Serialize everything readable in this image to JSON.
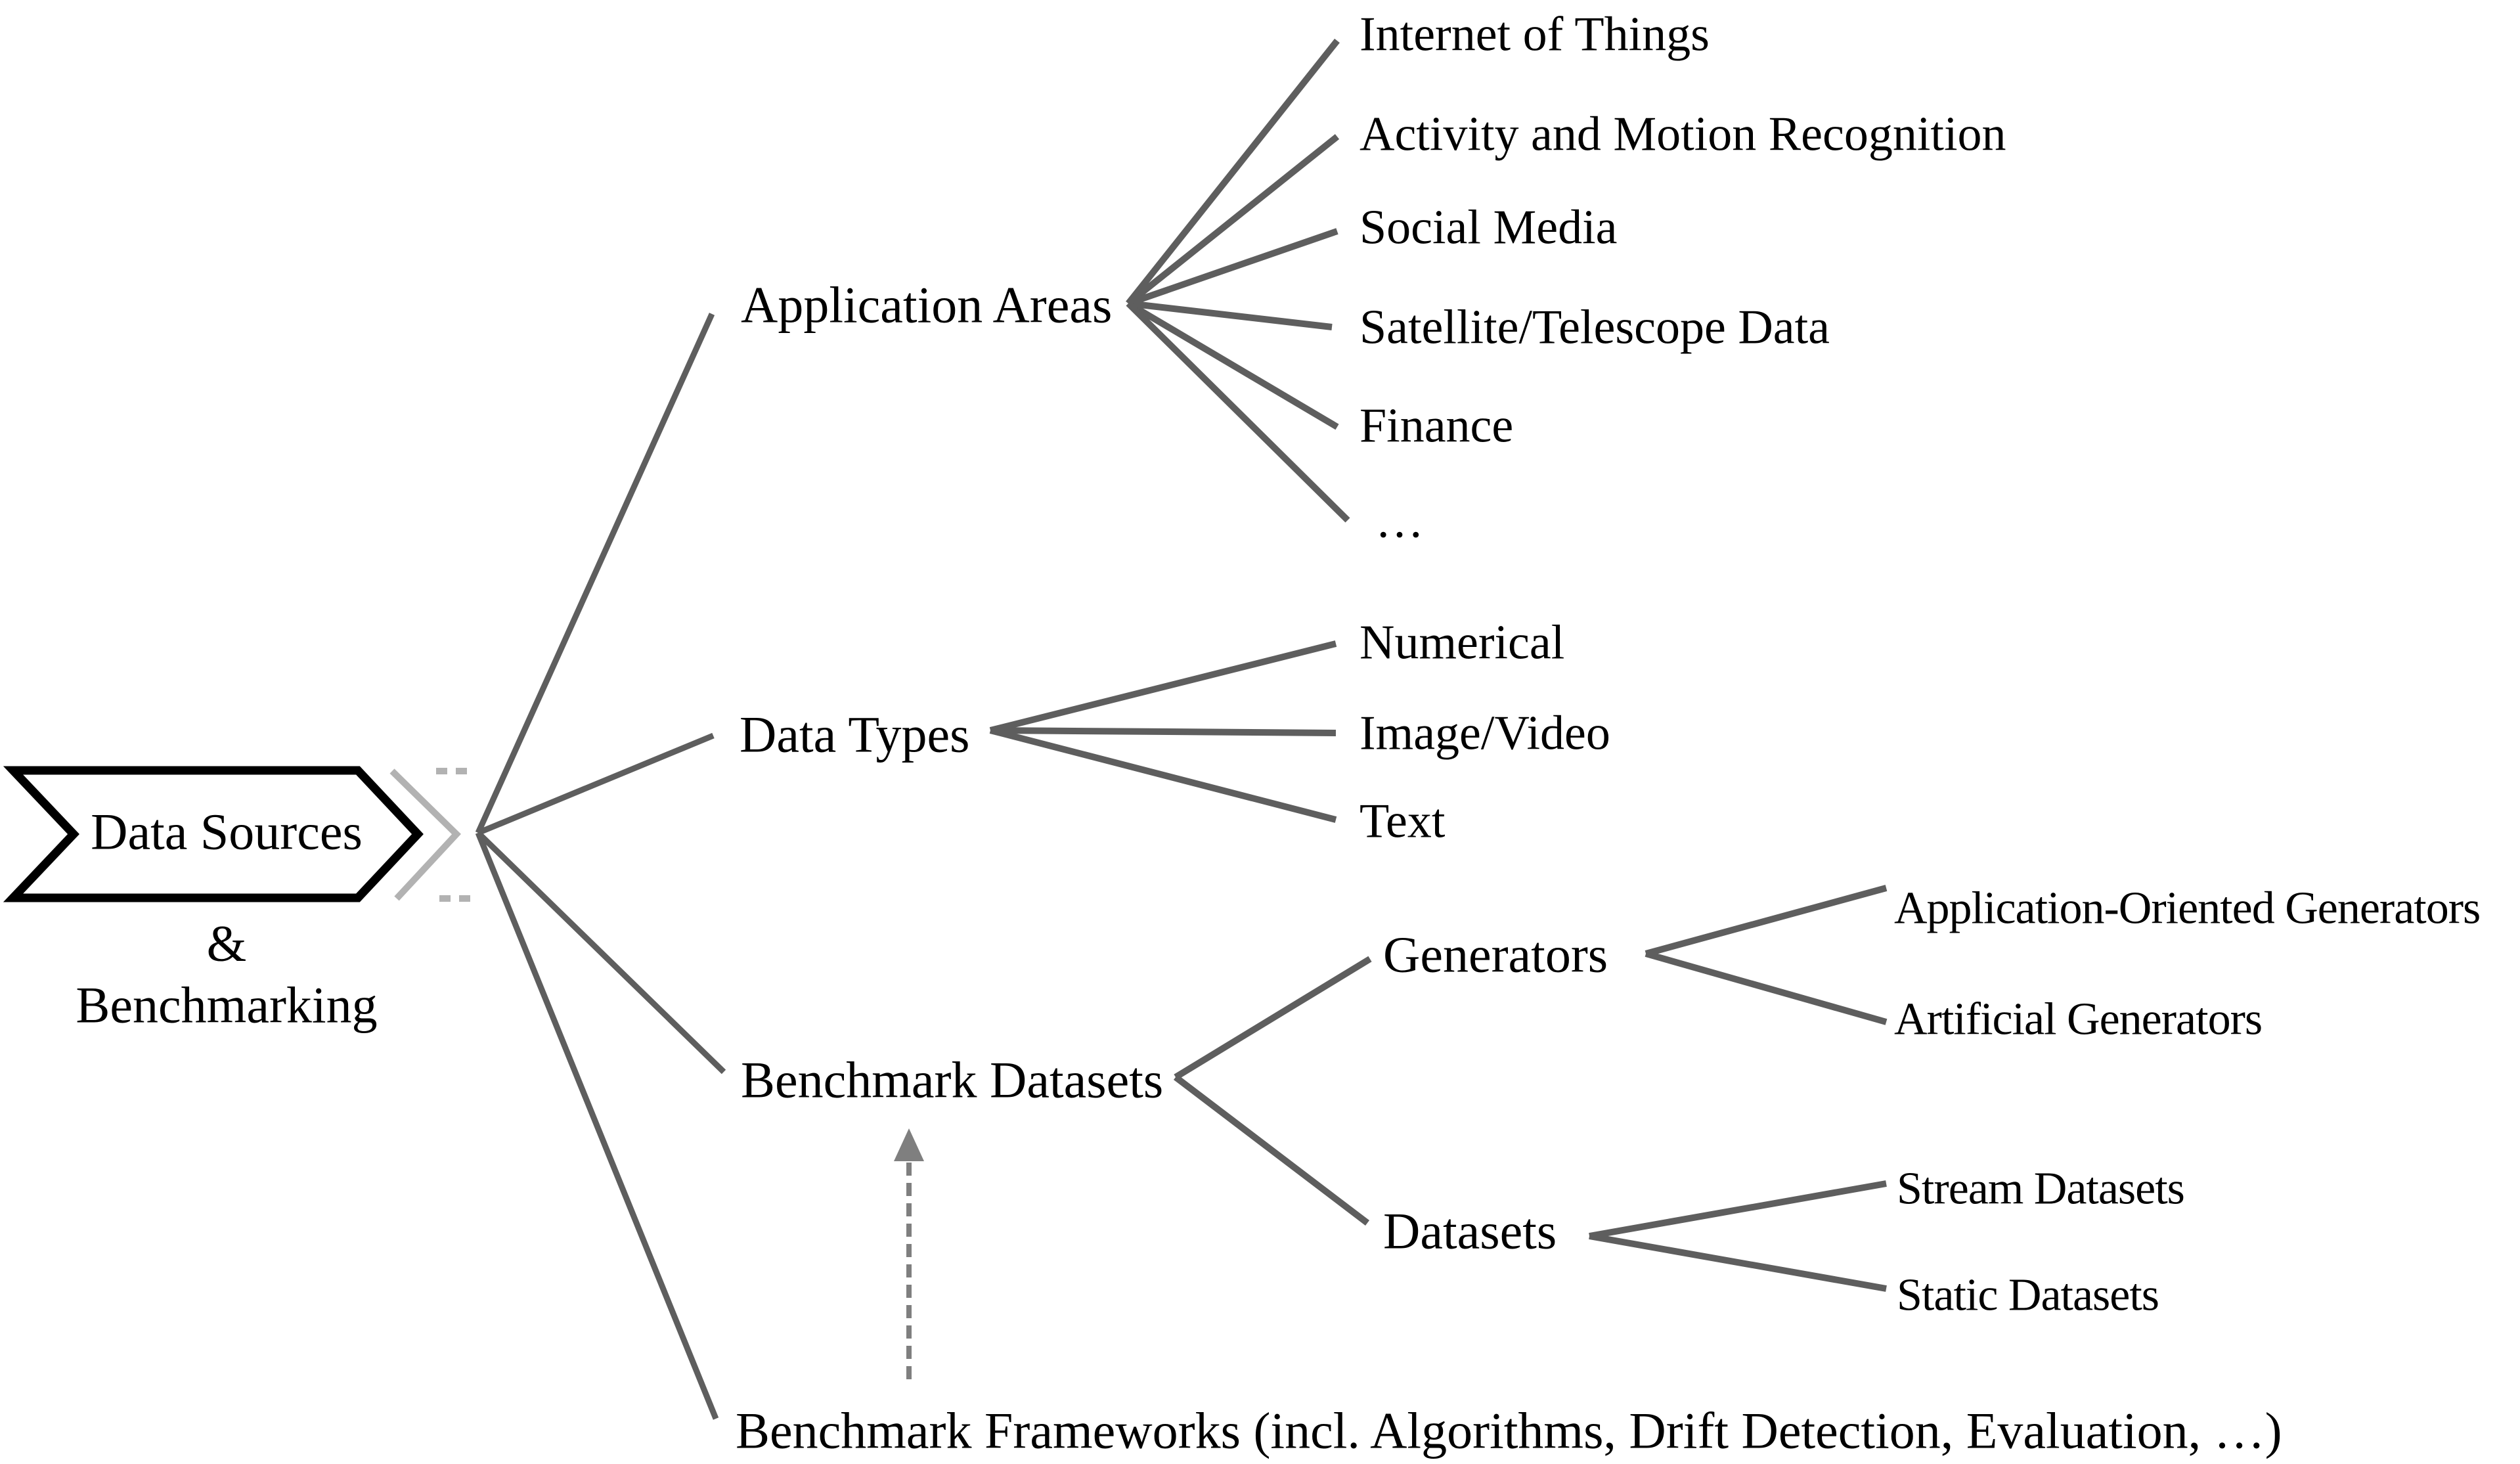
{
  "figure_type": "taxonomy-tree-diagram",
  "colors": {
    "background": "#ffffff",
    "text": "#000000",
    "branch_line": "#5e5e5e",
    "banner_border": "#000000",
    "expander_chevron": "#b2b2b2",
    "dashed_arrow": "#7f7f7f"
  },
  "root": {
    "banner_label": "Data Sources",
    "caption_line1": "&",
    "caption_line2": "Benchmarking"
  },
  "branches": [
    {
      "label": "Application Areas",
      "children": [
        {
          "label": "Internet of Things"
        },
        {
          "label": "Activity and Motion Recognition"
        },
        {
          "label": "Social Media"
        },
        {
          "label": "Satellite/Telescope Data"
        },
        {
          "label": "Finance"
        },
        {
          "label": "…"
        }
      ]
    },
    {
      "label": "Data Types",
      "children": [
        {
          "label": "Numerical"
        },
        {
          "label": "Image/Video"
        },
        {
          "label": "Text"
        }
      ]
    },
    {
      "label": "Benchmark Datasets",
      "children": [
        {
          "label": "Generators",
          "children": [
            {
              "label": "Application-Oriented Generators"
            },
            {
              "label": "Artificial Generators"
            }
          ]
        },
        {
          "label": "Datasets",
          "children": [
            {
              "label": "Stream Datasets"
            },
            {
              "label": "Static Datasets"
            }
          ]
        }
      ]
    },
    {
      "label": "Benchmark Frameworks (incl. Algorithms, Drift Detection, Evaluation, …)"
    }
  ]
}
